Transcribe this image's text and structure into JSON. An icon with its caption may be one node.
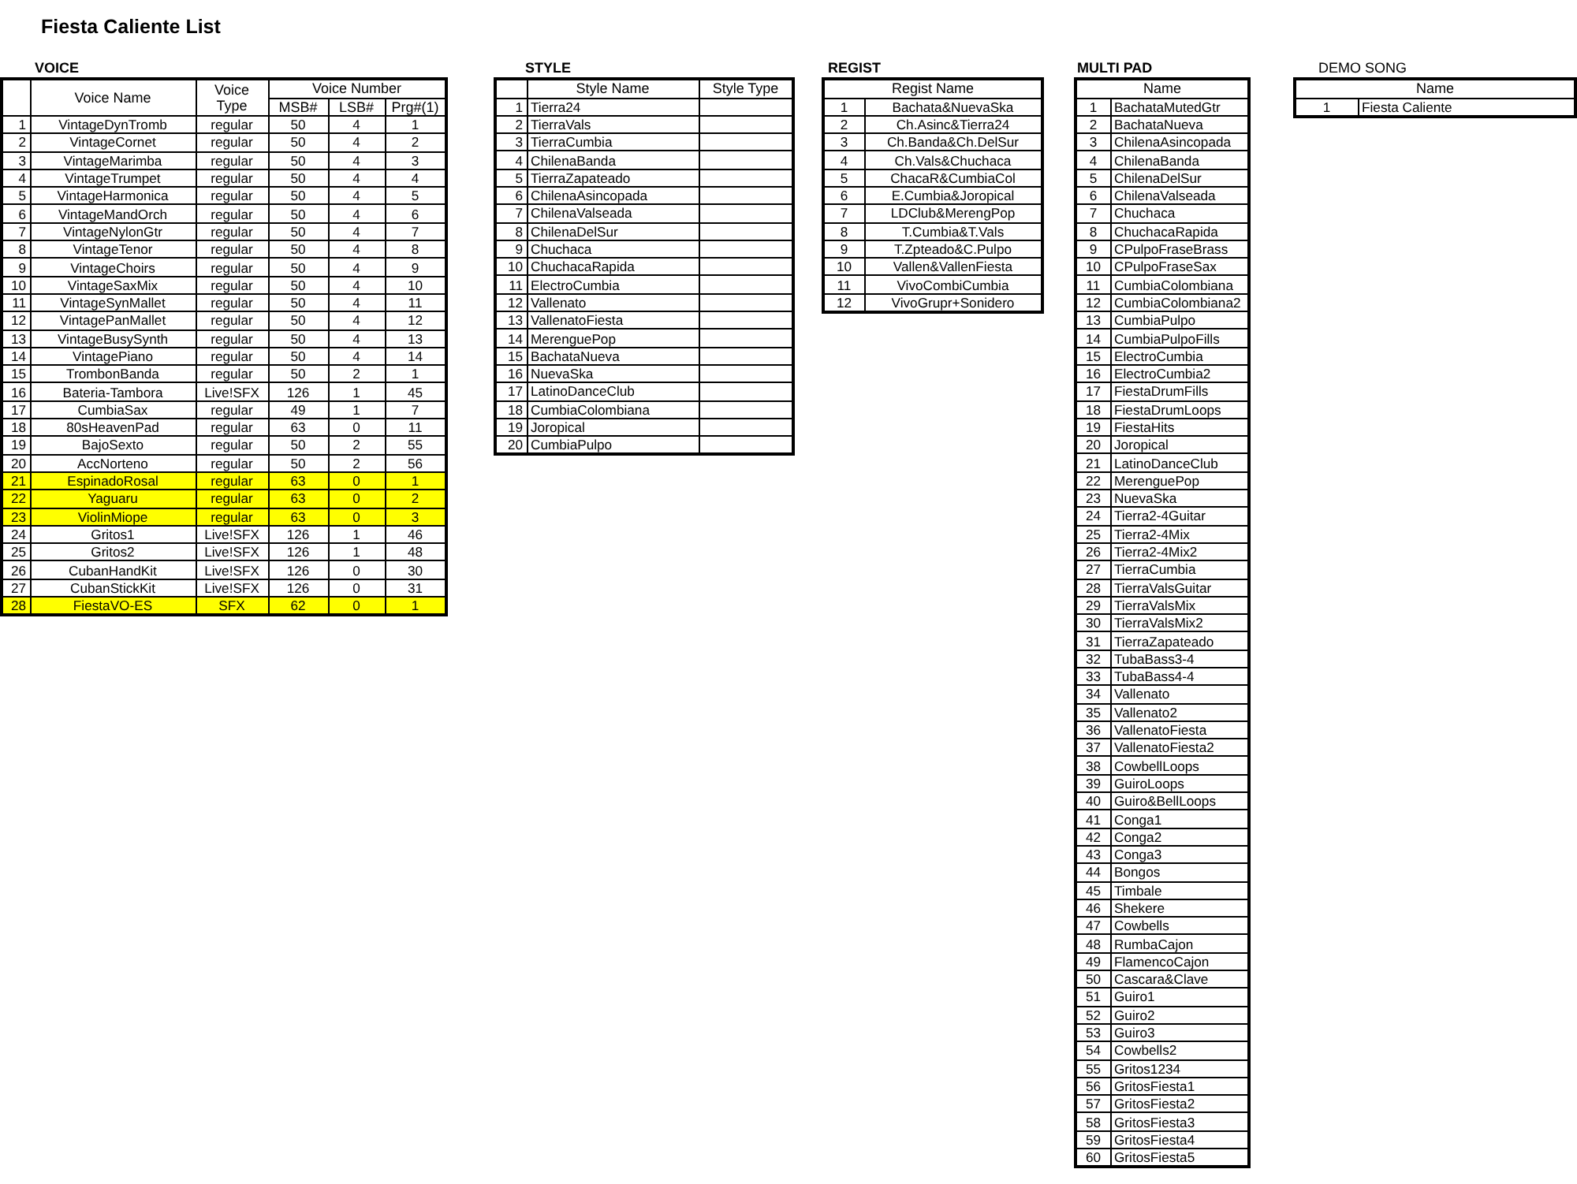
{
  "diagram": {
    "title": "Fiesta Caliente List",
    "labels": [
      "VOICE",
      "Voice Name",
      "Voice Type",
      "Voice Number",
      "MSB#",
      "LSB#",
      "Prg#(1)",
      "1",
      "VintageDynTromb",
      "regular",
      "50",
      "4",
      "1",
      "2",
      "VintageCornet",
      "regular",
      "50",
      "4",
      "2",
      "3",
      "VintageMarimba",
      "regular",
      "50",
      "4",
      "3",
      "4",
      "VintageTrumpet",
      "regular",
      "50",
      "4",
      "4",
      "5",
      "VintageHarmonica",
      "regular",
      "50",
      "4",
      "5",
      "6",
      "VintageMandOrch",
      "regular",
      "50",
      "4",
      "6",
      "7",
      "VintageNylonGtr",
      "regular",
      "50",
      "4",
      "7",
      "8",
      "VintageTenor",
      "regular",
      "50",
      "4",
      "8",
      "9",
      "VintageChoirs",
      "regular",
      "50",
      "4",
      "9",
      "10",
      "VintageSaxMix",
      "regular",
      "50",
      "4",
      "10",
      "11",
      "VintageSynMallet",
      "regular",
      "50",
      "4",
      "11",
      "12",
      "VintagePanMallet",
      "regular",
      "50",
      "4",
      "12",
      "13",
      "VintageBusySynth",
      "regular",
      "50",
      "4",
      "13",
      "14",
      "VintagePiano",
      "regular",
      "50",
      "4",
      "14",
      "15",
      "TrombonBanda",
      "regular",
      "50",
      "2",
      "1",
      "16",
      "Bateria-Tambora",
      "Live!SFX",
      "126",
      "1",
      "45",
      "17",
      "CumbiaSax",
      "regular",
      "49",
      "1",
      "7",
      "18",
      "80sHeavenPad",
      "regular",
      "63",
      "0",
      "11",
      "19",
      "BajoSexto",
      "regular",
      "50",
      "2",
      "55",
      "20",
      "AccNorteno",
      "regular",
      "50",
      "2",
      "56",
      "21",
      "EspinadoRosal",
      "regular",
      "63",
      "0",
      "1",
      "22",
      "Yaguaru",
      "regular",
      "63",
      "0",
      "2",
      "23",
      "ViolinMiope",
      "regular",
      "63",
      "0",
      "3",
      "24",
      "Gritos1",
      "Live!SFX",
      "126",
      "1",
      "46",
      "25",
      "Gritos2",
      "Live!SFX",
      "126",
      "1",
      "48",
      "26",
      "CubanHandKit",
      "Live!SFX",
      "126",
      "0",
      "30",
      "27",
      "CubanStickKit",
      "Live!SFX",
      "126",
      "0",
      "31",
      "28",
      "FiestaVO-ES",
      "SFX",
      "62",
      "0",
      "1",
      "STYLE",
      "Style Name",
      "Style Type",
      "1",
      "Tierra24",
      "2",
      "TierraVals",
      "3",
      "TierraCumbia",
      "4",
      "ChilenaBanda",
      "5",
      "TierraZapateado",
      "6",
      "ChilenaAsincopada",
      "7",
      "ChilenaValseada",
      "8",
      "ChilenaDelSur",
      "9",
      "Chuchaca",
      "10",
      "ChuchacaRapida",
      "11",
      "ElectroCumbia",
      "12",
      "Vallenato",
      "13",
      "VallenatoFiesta",
      "14",
      "MerenguePop",
      "15",
      "BachataNueva",
      "16",
      "NuevaSka",
      "17",
      "LatinoDanceClub",
      "18",
      "CumbiaColombiana",
      "19",
      "Joropical",
      "20",
      "CumbiaPulpo",
      "REGIST",
      "Regist Name",
      "1",
      "Bachata&NuevaSka",
      "2",
      "Ch.Asinc&Tierra24",
      "3",
      "Ch.Banda&Ch.DelSur",
      "4",
      "Ch.Vals&Chuchaca",
      "5",
      "ChacaR&CumbiaCol",
      "6",
      "E.Cumbia&Joropical",
      "7",
      "LDClub&MerengPop",
      "8",
      "T.Cumbia&T.Vals",
      "9",
      "T.Zpteado&C.Pulpo",
      "10",
      "Vallen&VallenFiesta",
      "11",
      "VivoCombiCumbia",
      "12",
      "VivoGrupr+Sonidero",
      "MULTI PAD",
      "Name",
      "1",
      "BachataMutedGtr",
      "2",
      "BachataNueva",
      "3",
      "ChilenaAsincopada",
      "4",
      "ChilenaBanda",
      "5",
      "ChilenaDelSur",
      "6",
      "ChilenaValseada",
      "7",
      "Chuchaca",
      "8",
      "ChuchacaRapida",
      "9",
      "CPulpoFraseBrass",
      "10",
      "CPulpoFraseSax",
      "11",
      "CumbiaColombiana",
      "12",
      "CumbiaColombiana2",
      "13",
      "CumbiaPulpo",
      "14",
      "CumbiaPulpoFills",
      "15",
      "ElectroCumbia",
      "16",
      "ElectroCumbia2",
      "17",
      "FiestaDrumFills",
      "18",
      "FiestaDrumLoops",
      "19",
      "FiestaHits",
      "20",
      "Joropical",
      "21",
      "LatinoDanceClub",
      "22",
      "MerenguePop",
      "23",
      "NuevaSka",
      "24",
      "Tierra2-4Guitar",
      "25",
      "Tierra2-4Mix",
      "26",
      "Tierra2-4Mix2",
      "27",
      "TierraCumbia",
      "28",
      "TierraValsGuitar",
      "29",
      "TierraValsMix",
      "30",
      "TierraValsMix2",
      "31",
      "TierraZapateado",
      "32",
      "TubaBass3-4",
      "33",
      "TubaBass4-4",
      "34",
      "Vallenato",
      "35",
      "Vallenato2",
      "36",
      "VallenatoFiesta",
      "37",
      "VallenatoFiesta2",
      "38",
      "CowbellLoops",
      "39",
      "GuiroLoops",
      "40",
      "Guiro&BellLoops",
      "41",
      "Conga1",
      "42",
      "Conga2",
      "43",
      "Conga3",
      "44",
      "Bongos",
      "45",
      "Timbale",
      "46",
      "Shekere",
      "47",
      "Cowbells",
      "48",
      "RumbaCajon",
      "49",
      "FlamencoCajon",
      "50",
      "Cascara&Clave",
      "51",
      "Guiro1",
      "52",
      "Guiro2",
      "53",
      "Guiro3",
      "54",
      "Cowbells2",
      "55",
      "Gritos1234",
      "56",
      "GritosFiesta1",
      "57",
      "GritosFiesta2",
      "58",
      "GritosFiesta3",
      "59",
      "GritosFiesta4",
      "60",
      "GritosFiesta5",
      "DEMO SONG",
      "Name",
      "1",
      "Fiesta Caliente"
    ]
  }
}
